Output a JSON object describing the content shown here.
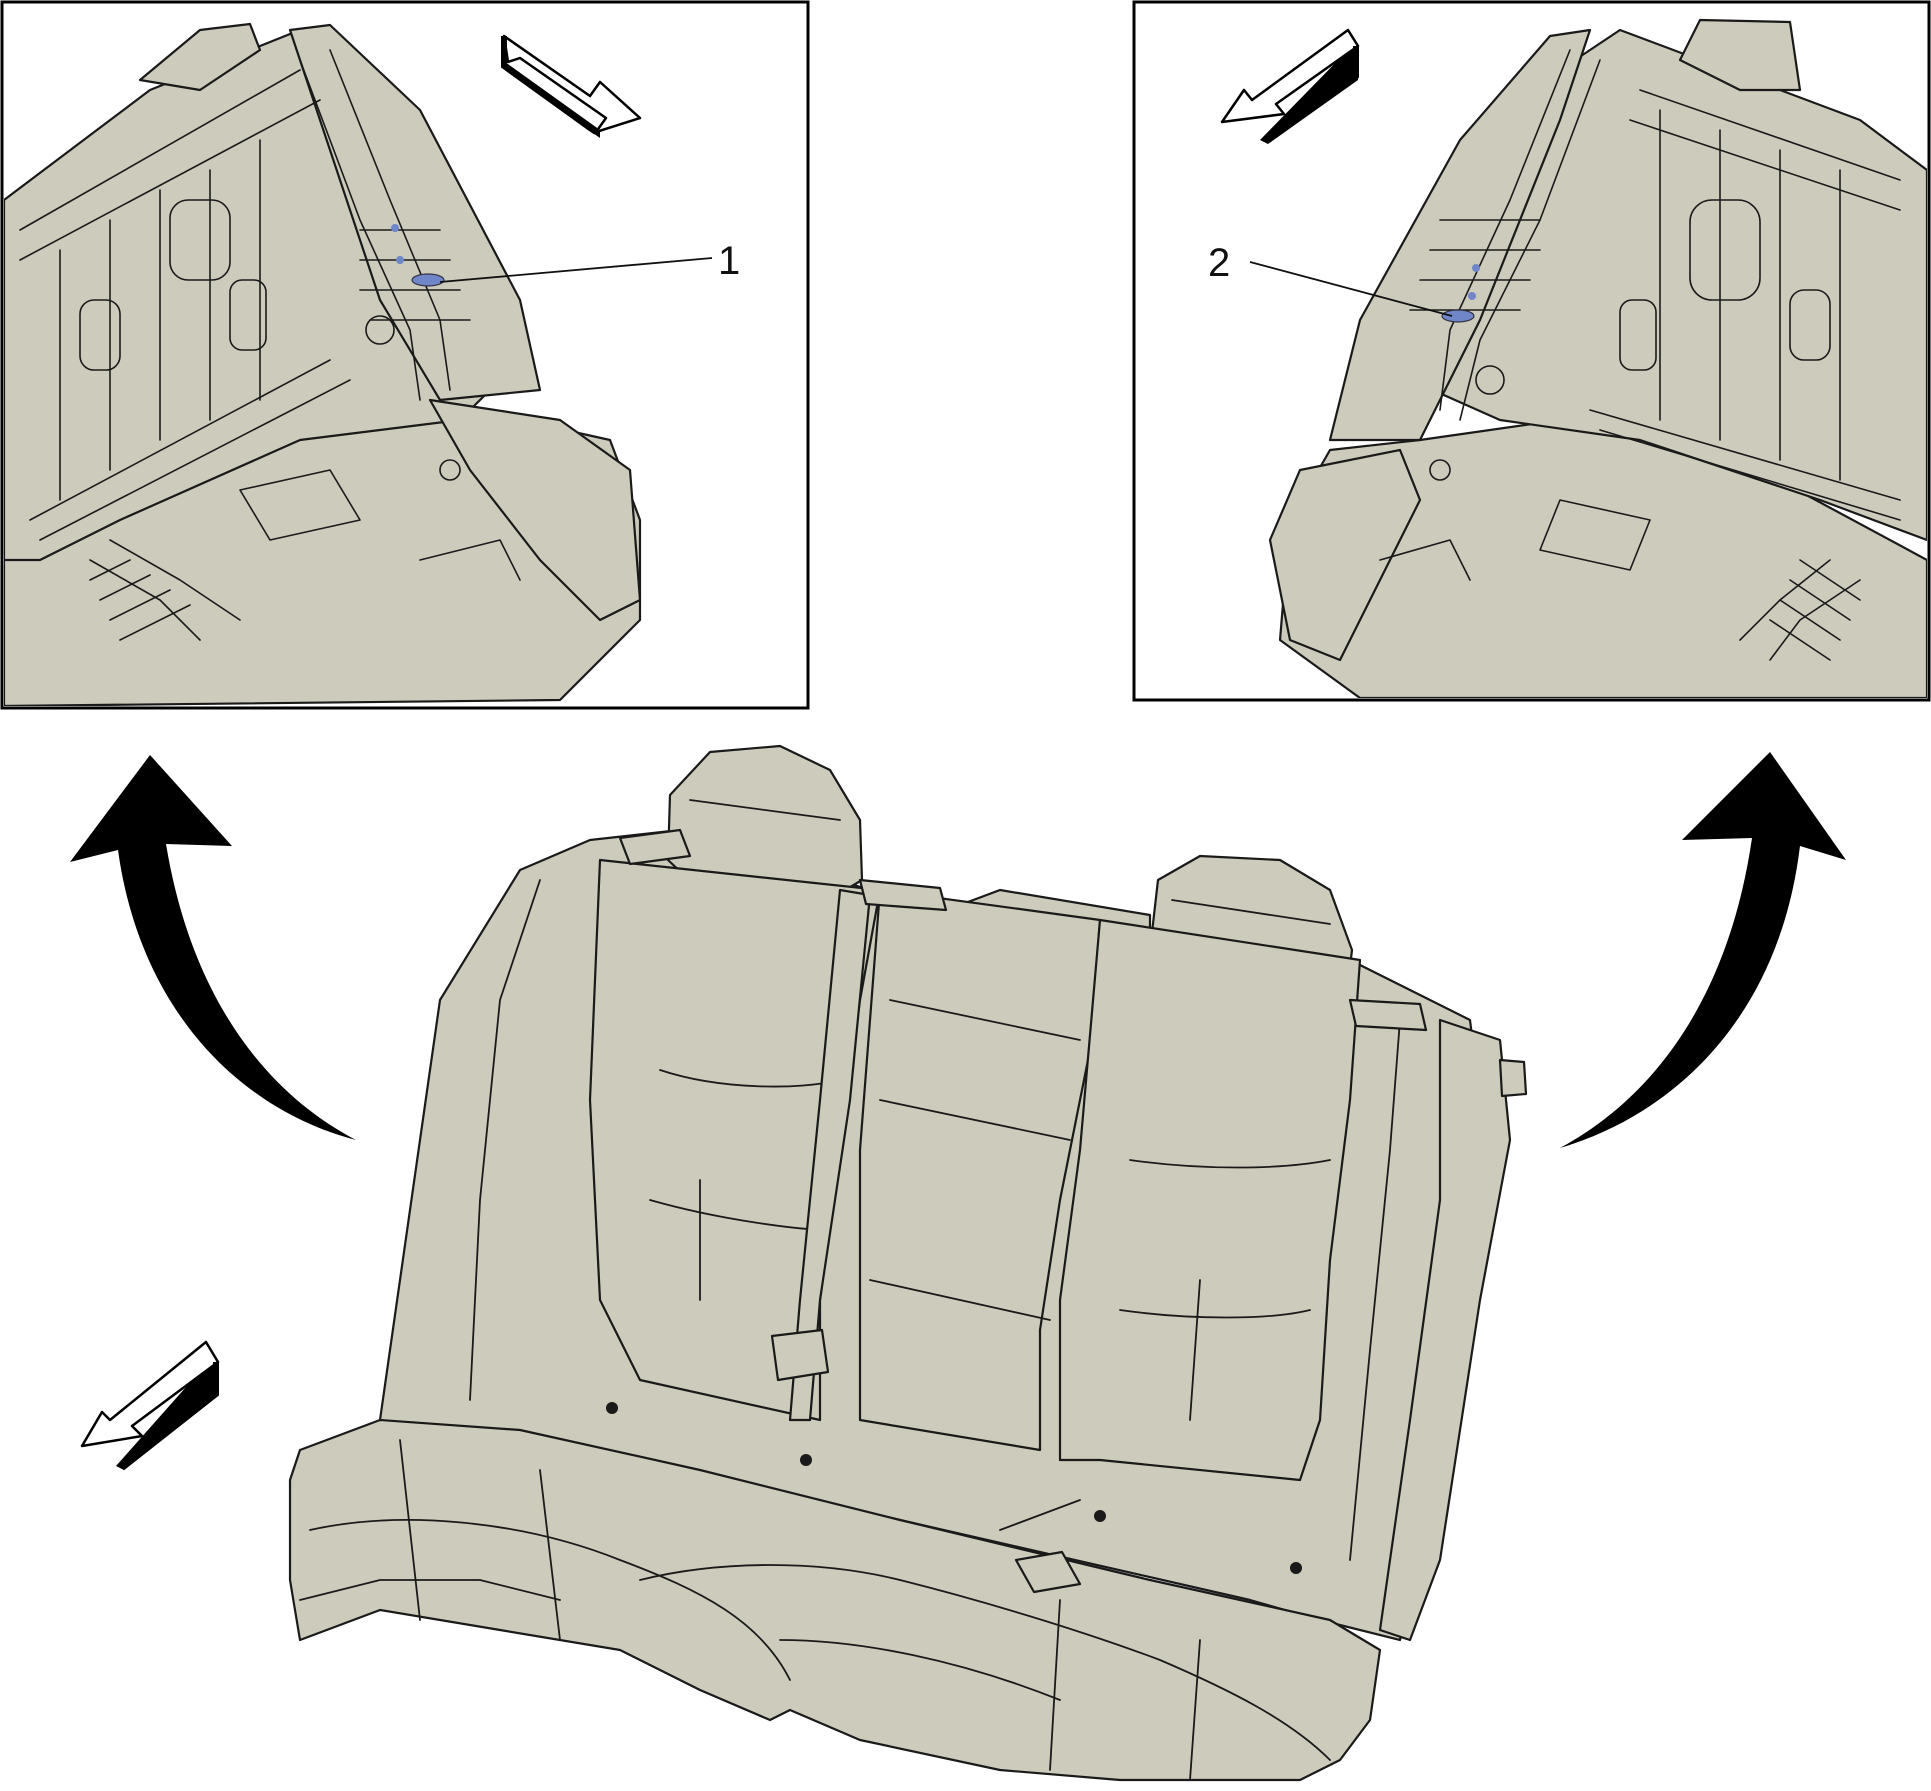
{
  "diagram": {
    "callouts": [
      {
        "id": "1",
        "label": "1"
      },
      {
        "id": "2",
        "label": "2"
      }
    ],
    "colors": {
      "component_fill": "#cdcbbc",
      "line": "#1a1a1a",
      "highlight": "#6f86c8",
      "background": "#ffffff"
    },
    "icons": [
      "curved-arrow-up-left-icon",
      "curved-arrow-up-right-icon",
      "direction-arrow-icon"
    ]
  }
}
